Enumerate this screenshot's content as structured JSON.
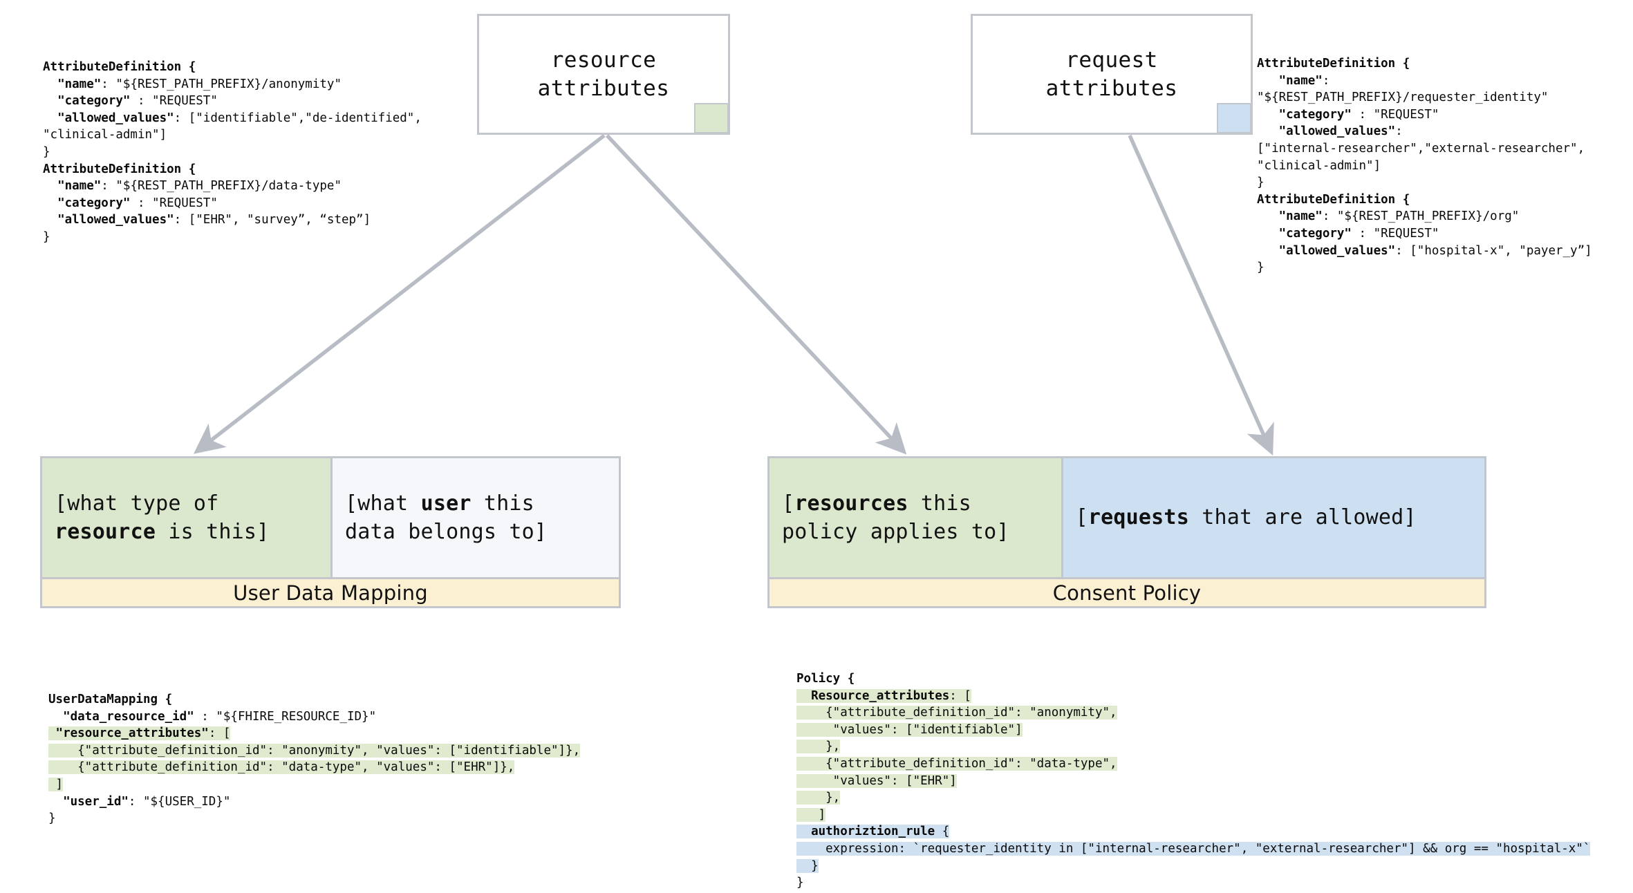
{
  "diagram": {
    "title": "Consent data model: attributes, user data mapping and consent policy",
    "colors": {
      "green": "#dbe8cd",
      "blue": "#cde0f1",
      "band": "#fcf0d2",
      "border": "#c3c7cd",
      "arrow": "#b8bcc4",
      "plain": "#f5f7fa"
    }
  },
  "top_boxes": [
    {
      "id": "resource-attributes",
      "label": "resource\nattributes",
      "swatch_color": "#dbe8cd"
    },
    {
      "id": "request-attributes",
      "label": "request\nattributes",
      "swatch_color": "#cde0f1"
    }
  ],
  "code_blocks": {
    "resource_attribute_definitions": {
      "lines": [
        {
          "segments": [
            {
              "text": "AttributeDefinition {",
              "bold": true
            }
          ]
        },
        {
          "segments": [
            {
              "text": "  "
            },
            {
              "text": "\"name\"",
              "bold": true
            },
            {
              "text": ": \"${REST_PATH_PREFIX}/anonymity\""
            }
          ]
        },
        {
          "segments": [
            {
              "text": "  "
            },
            {
              "text": "\"category\"",
              "bold": true
            },
            {
              "text": " : \"REQUEST\""
            }
          ]
        },
        {
          "segments": [
            {
              "text": "  "
            },
            {
              "text": "\"allowed_values\"",
              "bold": true
            },
            {
              "text": ": [\"identifiable\",\"de-identified\","
            }
          ]
        },
        {
          "segments": [
            {
              "text": "\"clinical-admin\"]"
            }
          ]
        },
        {
          "segments": [
            {
              "text": "}"
            }
          ]
        },
        {
          "segments": [
            {
              "text": "AttributeDefinition {",
              "bold": true
            }
          ]
        },
        {
          "segments": [
            {
              "text": "  "
            },
            {
              "text": "\"name\"",
              "bold": true
            },
            {
              "text": ": \"${REST_PATH_PREFIX}/data-type\""
            }
          ]
        },
        {
          "segments": [
            {
              "text": "  "
            },
            {
              "text": "\"category\"",
              "bold": true
            },
            {
              "text": " : \"REQUEST\""
            }
          ]
        },
        {
          "segments": [
            {
              "text": "  "
            },
            {
              "text": "\"allowed_values\"",
              "bold": true
            },
            {
              "text": ": [\"EHR\", \"survey”, “step”]"
            }
          ]
        },
        {
          "segments": [
            {
              "text": "}"
            }
          ]
        }
      ]
    },
    "request_attribute_definitions": {
      "lines": [
        {
          "segments": [
            {
              "text": "AttributeDefinition {",
              "bold": true
            }
          ]
        },
        {
          "segments": [
            {
              "text": "   "
            },
            {
              "text": "\"name\"",
              "bold": true
            },
            {
              "text": ":"
            }
          ]
        },
        {
          "segments": [
            {
              "text": "\"${REST_PATH_PREFIX}/requester_identity\""
            }
          ]
        },
        {
          "segments": [
            {
              "text": "   "
            },
            {
              "text": "\"category\"",
              "bold": true
            },
            {
              "text": " : \"REQUEST\""
            }
          ]
        },
        {
          "segments": [
            {
              "text": "   "
            },
            {
              "text": "\"allowed_values\"",
              "bold": true
            },
            {
              "text": ":"
            }
          ]
        },
        {
          "segments": [
            {
              "text": "[\"internal-researcher\",\"external-researcher\","
            }
          ]
        },
        {
          "segments": [
            {
              "text": "\"clinical-admin\"]"
            }
          ]
        },
        {
          "segments": [
            {
              "text": "}"
            }
          ]
        },
        {
          "segments": [
            {
              "text": "AttributeDefinition {",
              "bold": true
            }
          ]
        },
        {
          "segments": [
            {
              "text": "   "
            },
            {
              "text": "\"name\"",
              "bold": true
            },
            {
              "text": ": \"${REST_PATH_PREFIX}/org\""
            }
          ]
        },
        {
          "segments": [
            {
              "text": "   "
            },
            {
              "text": "\"category\"",
              "bold": true
            },
            {
              "text": " : \"REQUEST\""
            }
          ]
        },
        {
          "segments": [
            {
              "text": "   "
            },
            {
              "text": "\"allowed_values\"",
              "bold": true
            },
            {
              "text": ": [\"hospital-x\", \"payer_y”]"
            }
          ]
        },
        {
          "segments": [
            {
              "text": "}"
            }
          ]
        }
      ]
    },
    "user_data_mapping_json": {
      "lines": [
        {
          "segments": [
            {
              "text": "UserDataMapping {",
              "bold": true
            }
          ]
        },
        {
          "segments": [
            {
              "text": "  "
            },
            {
              "text": "\"data_resource_id\"",
              "bold": true
            },
            {
              "text": " : \"${FHIRE_RESOURCE_ID}\""
            }
          ]
        },
        {
          "highlight": "green",
          "segments": [
            {
              "text": " "
            },
            {
              "text": "\"resource_attributes\"",
              "bold": true
            },
            {
              "text": ": ["
            }
          ]
        },
        {
          "highlight": "green",
          "segments": [
            {
              "text": "    {\"attribute_definition_id\": \"anonymity\", \"values\": [\"identifiable\"]},"
            }
          ]
        },
        {
          "highlight": "green",
          "segments": [
            {
              "text": "    {\"attribute_definition_id\": \"data-type\", \"values\": [\"EHR\"]},"
            }
          ]
        },
        {
          "highlight": "green",
          "segments": [
            {
              "text": " ]"
            }
          ]
        },
        {
          "segments": [
            {
              "text": "  "
            },
            {
              "text": "\"user_id\"",
              "bold": true
            },
            {
              "text": ": \"${USER_ID}\""
            }
          ]
        },
        {
          "segments": [
            {
              "text": "}"
            }
          ]
        }
      ]
    },
    "policy_json": {
      "lines": [
        {
          "segments": [
            {
              "text": "Policy {",
              "bold": true
            }
          ]
        },
        {
          "highlight": "green",
          "segments": [
            {
              "text": "  "
            },
            {
              "text": "Resource_attributes",
              "bold": true
            },
            {
              "text": ": ["
            }
          ]
        },
        {
          "highlight": "green",
          "segments": [
            {
              "text": "    {\"attribute_definition_id\": \"anonymity\","
            }
          ]
        },
        {
          "highlight": "green",
          "segments": [
            {
              "text": "     \"values\": [\"identifiable\"]"
            }
          ]
        },
        {
          "highlight": "green",
          "segments": [
            {
              "text": "    },"
            }
          ]
        },
        {
          "highlight": "green",
          "segments": [
            {
              "text": "    {\"attribute_definition_id\": \"data-type\","
            }
          ]
        },
        {
          "highlight": "green",
          "segments": [
            {
              "text": "     \"values\": [\"EHR\"]"
            }
          ]
        },
        {
          "highlight": "green",
          "segments": [
            {
              "text": "    },"
            }
          ]
        },
        {
          "highlight": "green",
          "segments": [
            {
              "text": "   ]"
            }
          ]
        },
        {
          "highlight": "blue",
          "segments": [
            {
              "text": "  "
            },
            {
              "text": "authoriztion_rule",
              "bold": true
            },
            {
              "text": " {"
            }
          ]
        },
        {
          "highlight": "blue",
          "segments": [
            {
              "text": "    expression: `requester_identity in [\"internal-researcher\", \"external-researcher\"] && org == \"hospital-x\"`"
            }
          ]
        },
        {
          "highlight": "blue",
          "segments": [
            {
              "text": "  }"
            }
          ]
        },
        {
          "segments": [
            {
              "text": "}"
            }
          ]
        }
      ]
    }
  },
  "composite_boxes": [
    {
      "id": "user-data-mapping",
      "band_label": "User Data Mapping",
      "cells": [
        {
          "id": "resource-cell",
          "style": "green",
          "segments": [
            {
              "text": "[what type of\n"
            },
            {
              "text": "resource",
              "bold": true
            },
            {
              "text": " is this]"
            }
          ]
        },
        {
          "id": "user-cell",
          "style": "plain",
          "segments": [
            {
              "text": "[what "
            },
            {
              "text": "user",
              "bold": true
            },
            {
              "text": " this\ndata belongs to]"
            }
          ]
        }
      ]
    },
    {
      "id": "consent-policy",
      "band_label": "Consent Policy",
      "cells": [
        {
          "id": "policy-resources-cell",
          "style": "green",
          "segments": [
            {
              "text": "["
            },
            {
              "text": "resources",
              "bold": true
            },
            {
              "text": " this\npolicy applies to]"
            }
          ]
        },
        {
          "id": "policy-requests-cell",
          "style": "blue",
          "segments": [
            {
              "text": "["
            },
            {
              "text": "requests",
              "bold": true
            },
            {
              "text": " that are allowed]"
            }
          ]
        }
      ]
    }
  ],
  "arrows": [
    {
      "id": "resource-attrs-to-user-data-mapping",
      "from": "resource-attributes",
      "to": "user-data-mapping"
    },
    {
      "id": "resource-attrs-to-consent-policy",
      "from": "resource-attributes",
      "to": "consent-policy"
    },
    {
      "id": "request-attrs-to-consent-policy",
      "from": "request-attributes",
      "to": "consent-policy"
    }
  ]
}
